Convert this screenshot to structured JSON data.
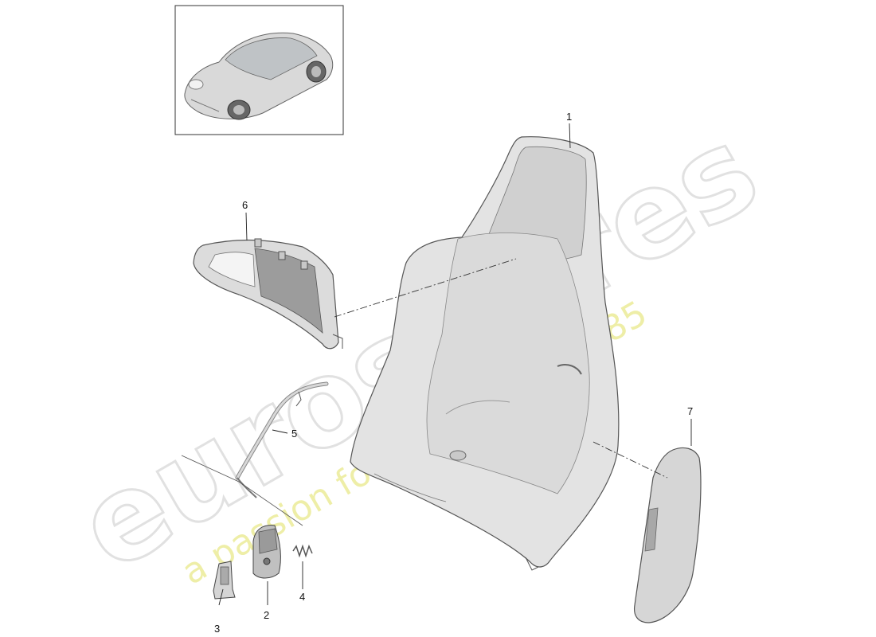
{
  "diagram": {
    "callouts": [
      {
        "id": "1",
        "label": "1"
      },
      {
        "id": "2",
        "label": "2"
      },
      {
        "id": "3",
        "label": "3"
      },
      {
        "id": "4",
        "label": "4"
      },
      {
        "id": "5",
        "label": "5"
      },
      {
        "id": "6",
        "label": "6"
      },
      {
        "id": "7",
        "label": "7"
      }
    ]
  },
  "watermark": {
    "brand": "eurospares",
    "tagline": "a passion for parts since 1985"
  },
  "colors": {
    "part_fill": "#e3e3e3",
    "part_stroke": "#555555",
    "watermark_yellow": "#e9e98a"
  }
}
